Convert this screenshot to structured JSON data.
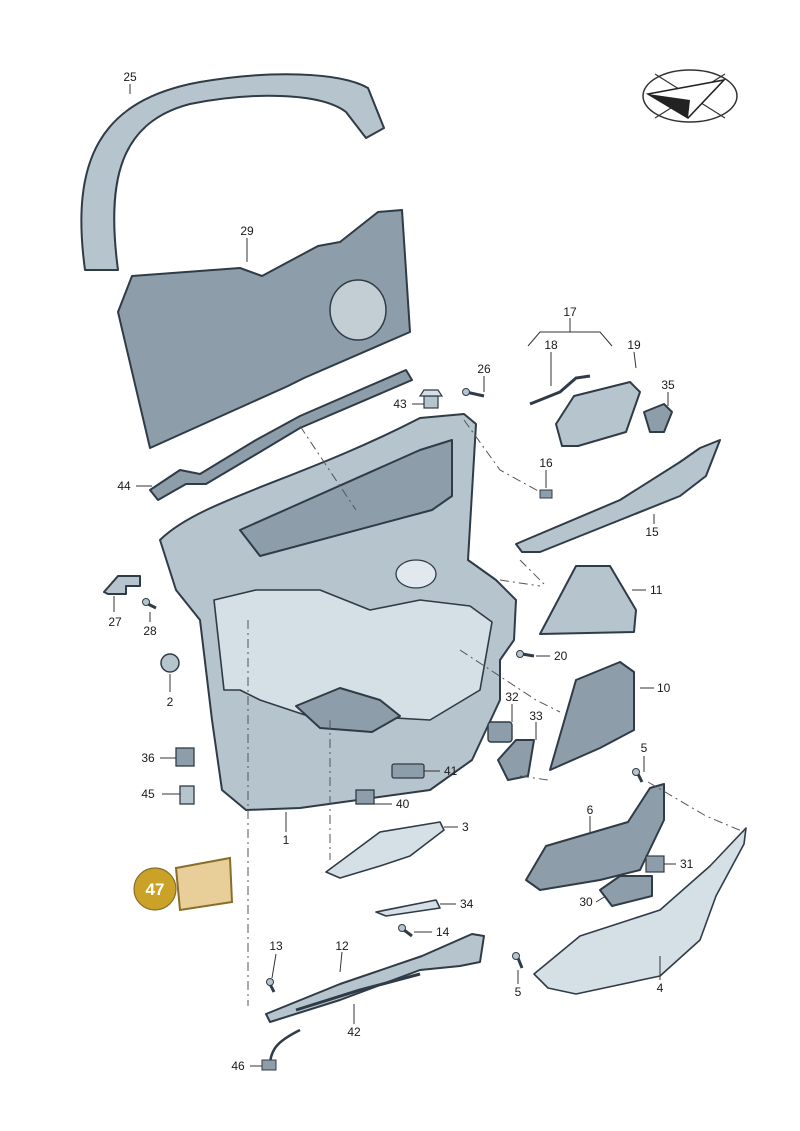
{
  "diagram": {
    "highlight": {
      "number": "47",
      "color": "#c9a227"
    },
    "labels": [
      "25",
      "29",
      "17",
      "18",
      "19",
      "26",
      "43",
      "35",
      "44",
      "16",
      "15",
      "11",
      "27",
      "28",
      "20",
      "2",
      "10",
      "32",
      "33",
      "36",
      "41",
      "45",
      "40",
      "5",
      "3",
      "1",
      "6",
      "31",
      "30",
      "34",
      "14",
      "13",
      "12",
      "5",
      "4",
      "42",
      "46"
    ]
  },
  "compass_icon": "paper-plane-icon"
}
